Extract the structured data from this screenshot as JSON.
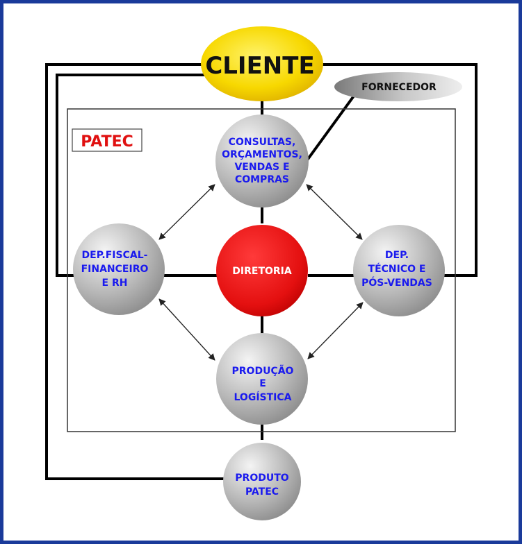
{
  "diagram": {
    "cliente": "CLIENTE",
    "fornecedor": "FORNECEDOR",
    "patec_label": "PATEC",
    "consultas": [
      "CONSULTAS,",
      "ORÇAMENTOS,",
      "VENDAS E",
      "COMPRAS"
    ],
    "fiscal": [
      "DEP.FISCAL-",
      "FINANCEIRO",
      "E RH"
    ],
    "diretoria": "DIRETORIA",
    "tecnico": [
      "DEP.",
      "TÉCNICO E",
      "PÓS-VENDAS"
    ],
    "producao": [
      "PRODUÇÃO",
      "E",
      "LOGÍSTICA"
    ],
    "produto": [
      "PRODUTO",
      "PATEC"
    ]
  },
  "colors": {
    "border": "#1a3a9a",
    "text_blue": "#1a1aee",
    "patec_red": "#e01010"
  }
}
